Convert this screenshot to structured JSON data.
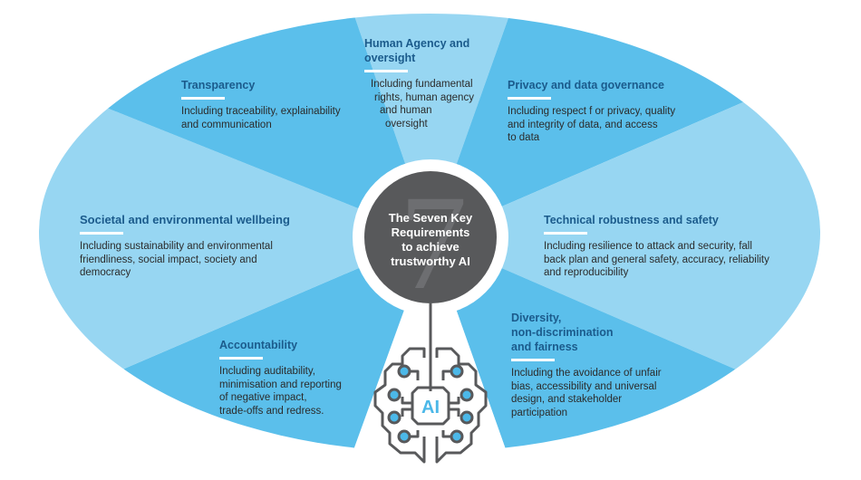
{
  "center": {
    "big_number": "7",
    "title_lines": [
      "The Seven Key",
      "Requirements",
      "to achieve",
      "trustworthy AI"
    ]
  },
  "brain_icon": {
    "label": "AI"
  },
  "colors": {
    "light_segment": "#97d6f2",
    "dark_segment": "#5bbfeb",
    "title_text": "#1b5b8c",
    "body_text": "#2b2b2b",
    "center_circle": "#58595b",
    "center_numeral": "#6d6e71",
    "icon_stroke": "#58595b",
    "icon_accent": "#4cb8e8"
  },
  "requirements": [
    {
      "id": "human-agency",
      "title": "Human Agency and oversight",
      "title_lines": [
        "Human Agency and",
        "oversight"
      ],
      "description_lines": [
        "Including fundamental",
        "rights, human agency",
        "and human",
        "oversight"
      ]
    },
    {
      "id": "privacy",
      "title": "Privacy and data governance",
      "title_lines": [
        "Privacy and data governance"
      ],
      "description_lines": [
        "Including respect f or privacy, quality",
        "and integrity of data, and access",
        "to data"
      ]
    },
    {
      "id": "technical-robustness",
      "title": "Technical robustness and safety",
      "title_lines": [
        "Technical robustness and safety"
      ],
      "description_lines": [
        "Including resilience to attack and security, fall",
        "back plan and general safety, accuracy, reliability",
        "and reproducibility"
      ]
    },
    {
      "id": "diversity",
      "title": "Diversity, non-discrimination and fairness",
      "title_lines": [
        "Diversity,",
        "non-discrimination",
        "and fairness"
      ],
      "description_lines": [
        "Including the avoidance of unfair",
        "bias, accessibility and universal",
        "design, and stakeholder",
        "participation"
      ]
    },
    {
      "id": "accountability",
      "title": "Accountability",
      "title_lines": [
        "Accountability"
      ],
      "description_lines": [
        "Including auditability,",
        "minimisation and reporting",
        "of negative impact,",
        "trade-offs and redress."
      ]
    },
    {
      "id": "societal-wellbeing",
      "title": "Societal and environmental wellbeing",
      "title_lines": [
        "Societal and environmental wellbeing"
      ],
      "description_lines": [
        "Including sustainability and environmental",
        "friendliness, social impact, society and",
        "democracy"
      ]
    },
    {
      "id": "transparency",
      "title": "Transparency",
      "title_lines": [
        "Transparency"
      ],
      "description_lines": [
        "Including traceability, explainability",
        "and communication"
      ]
    }
  ]
}
